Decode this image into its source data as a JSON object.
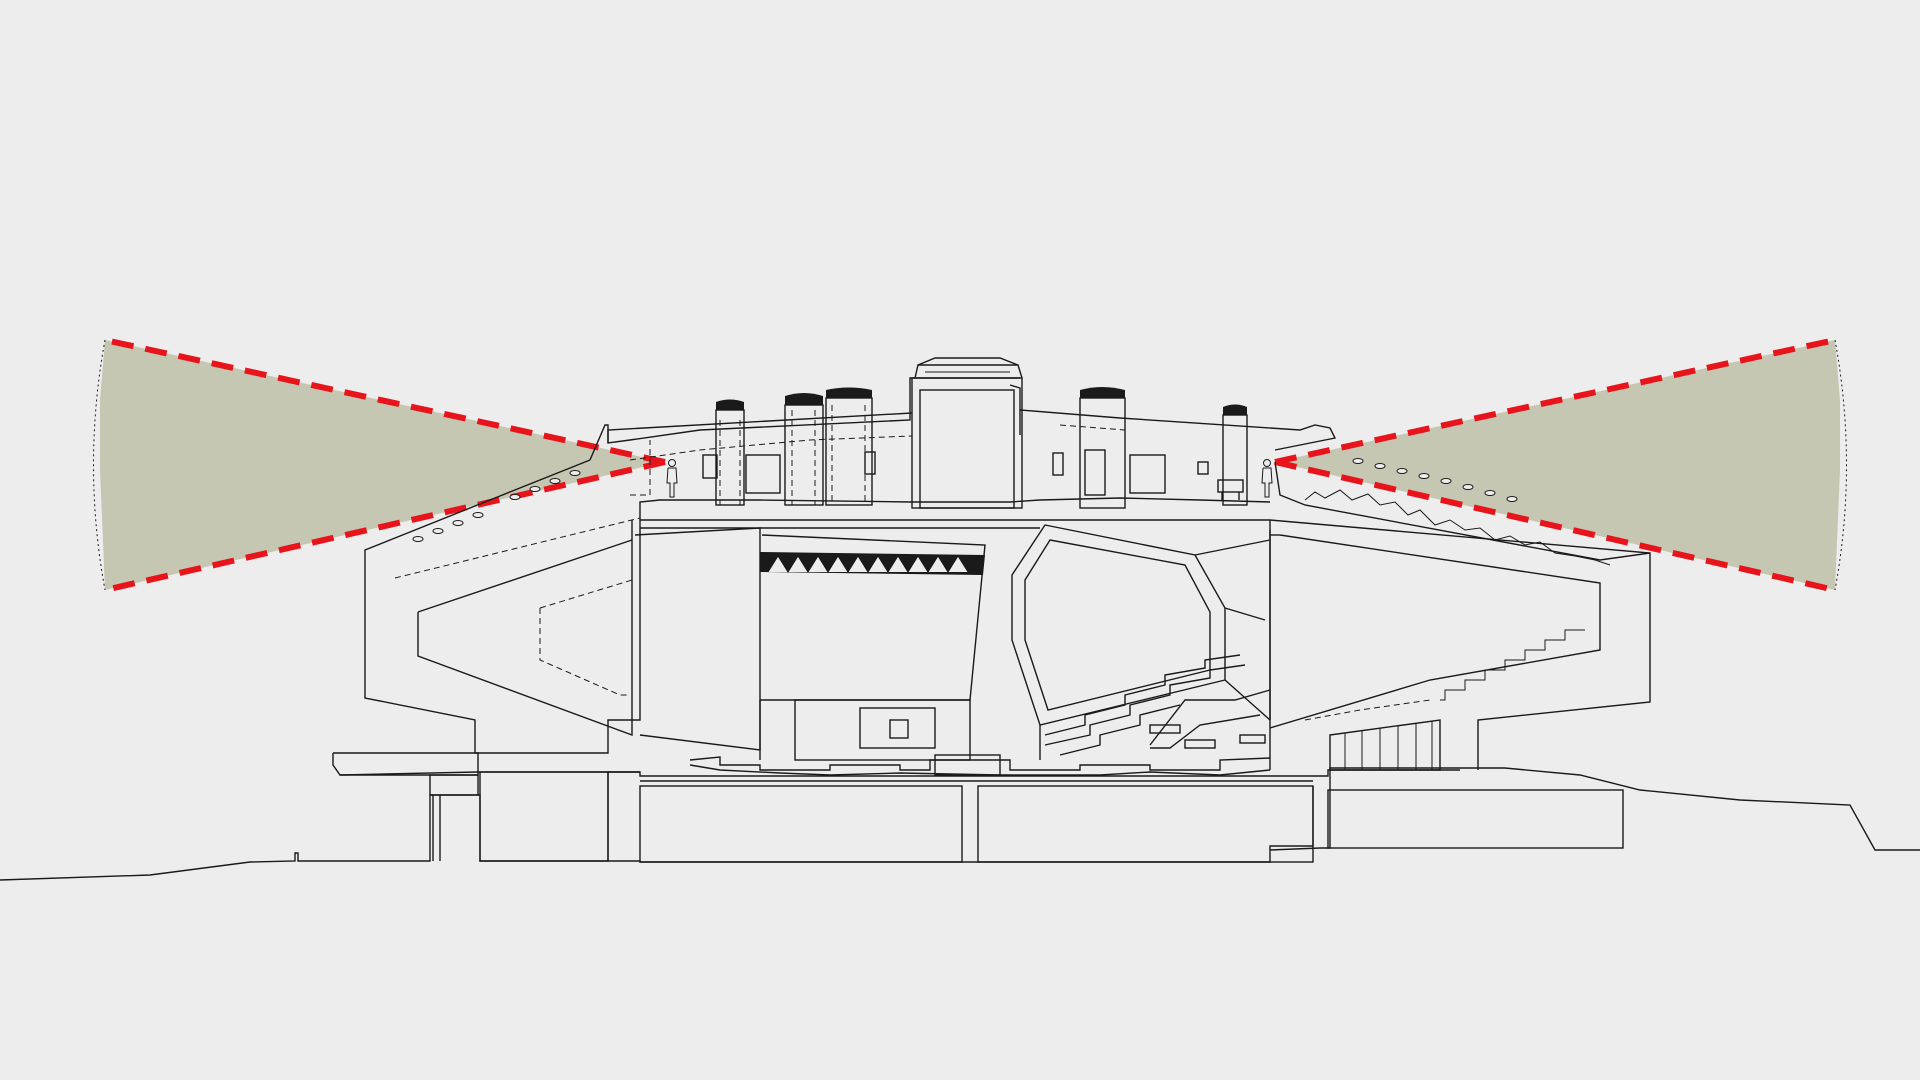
{
  "diagram": {
    "view": "building-section",
    "colors": {
      "background": "#eeedee",
      "linework": "#1a1a1a",
      "view_cone_fill": "#c6c7b2",
      "view_cone_edge": "#e8141b"
    },
    "view_cones": [
      {
        "side": "left",
        "origin": "left-terrace-viewer",
        "direction": "west"
      },
      {
        "side": "right",
        "origin": "right-terrace-viewer",
        "direction": "east"
      }
    ]
  }
}
